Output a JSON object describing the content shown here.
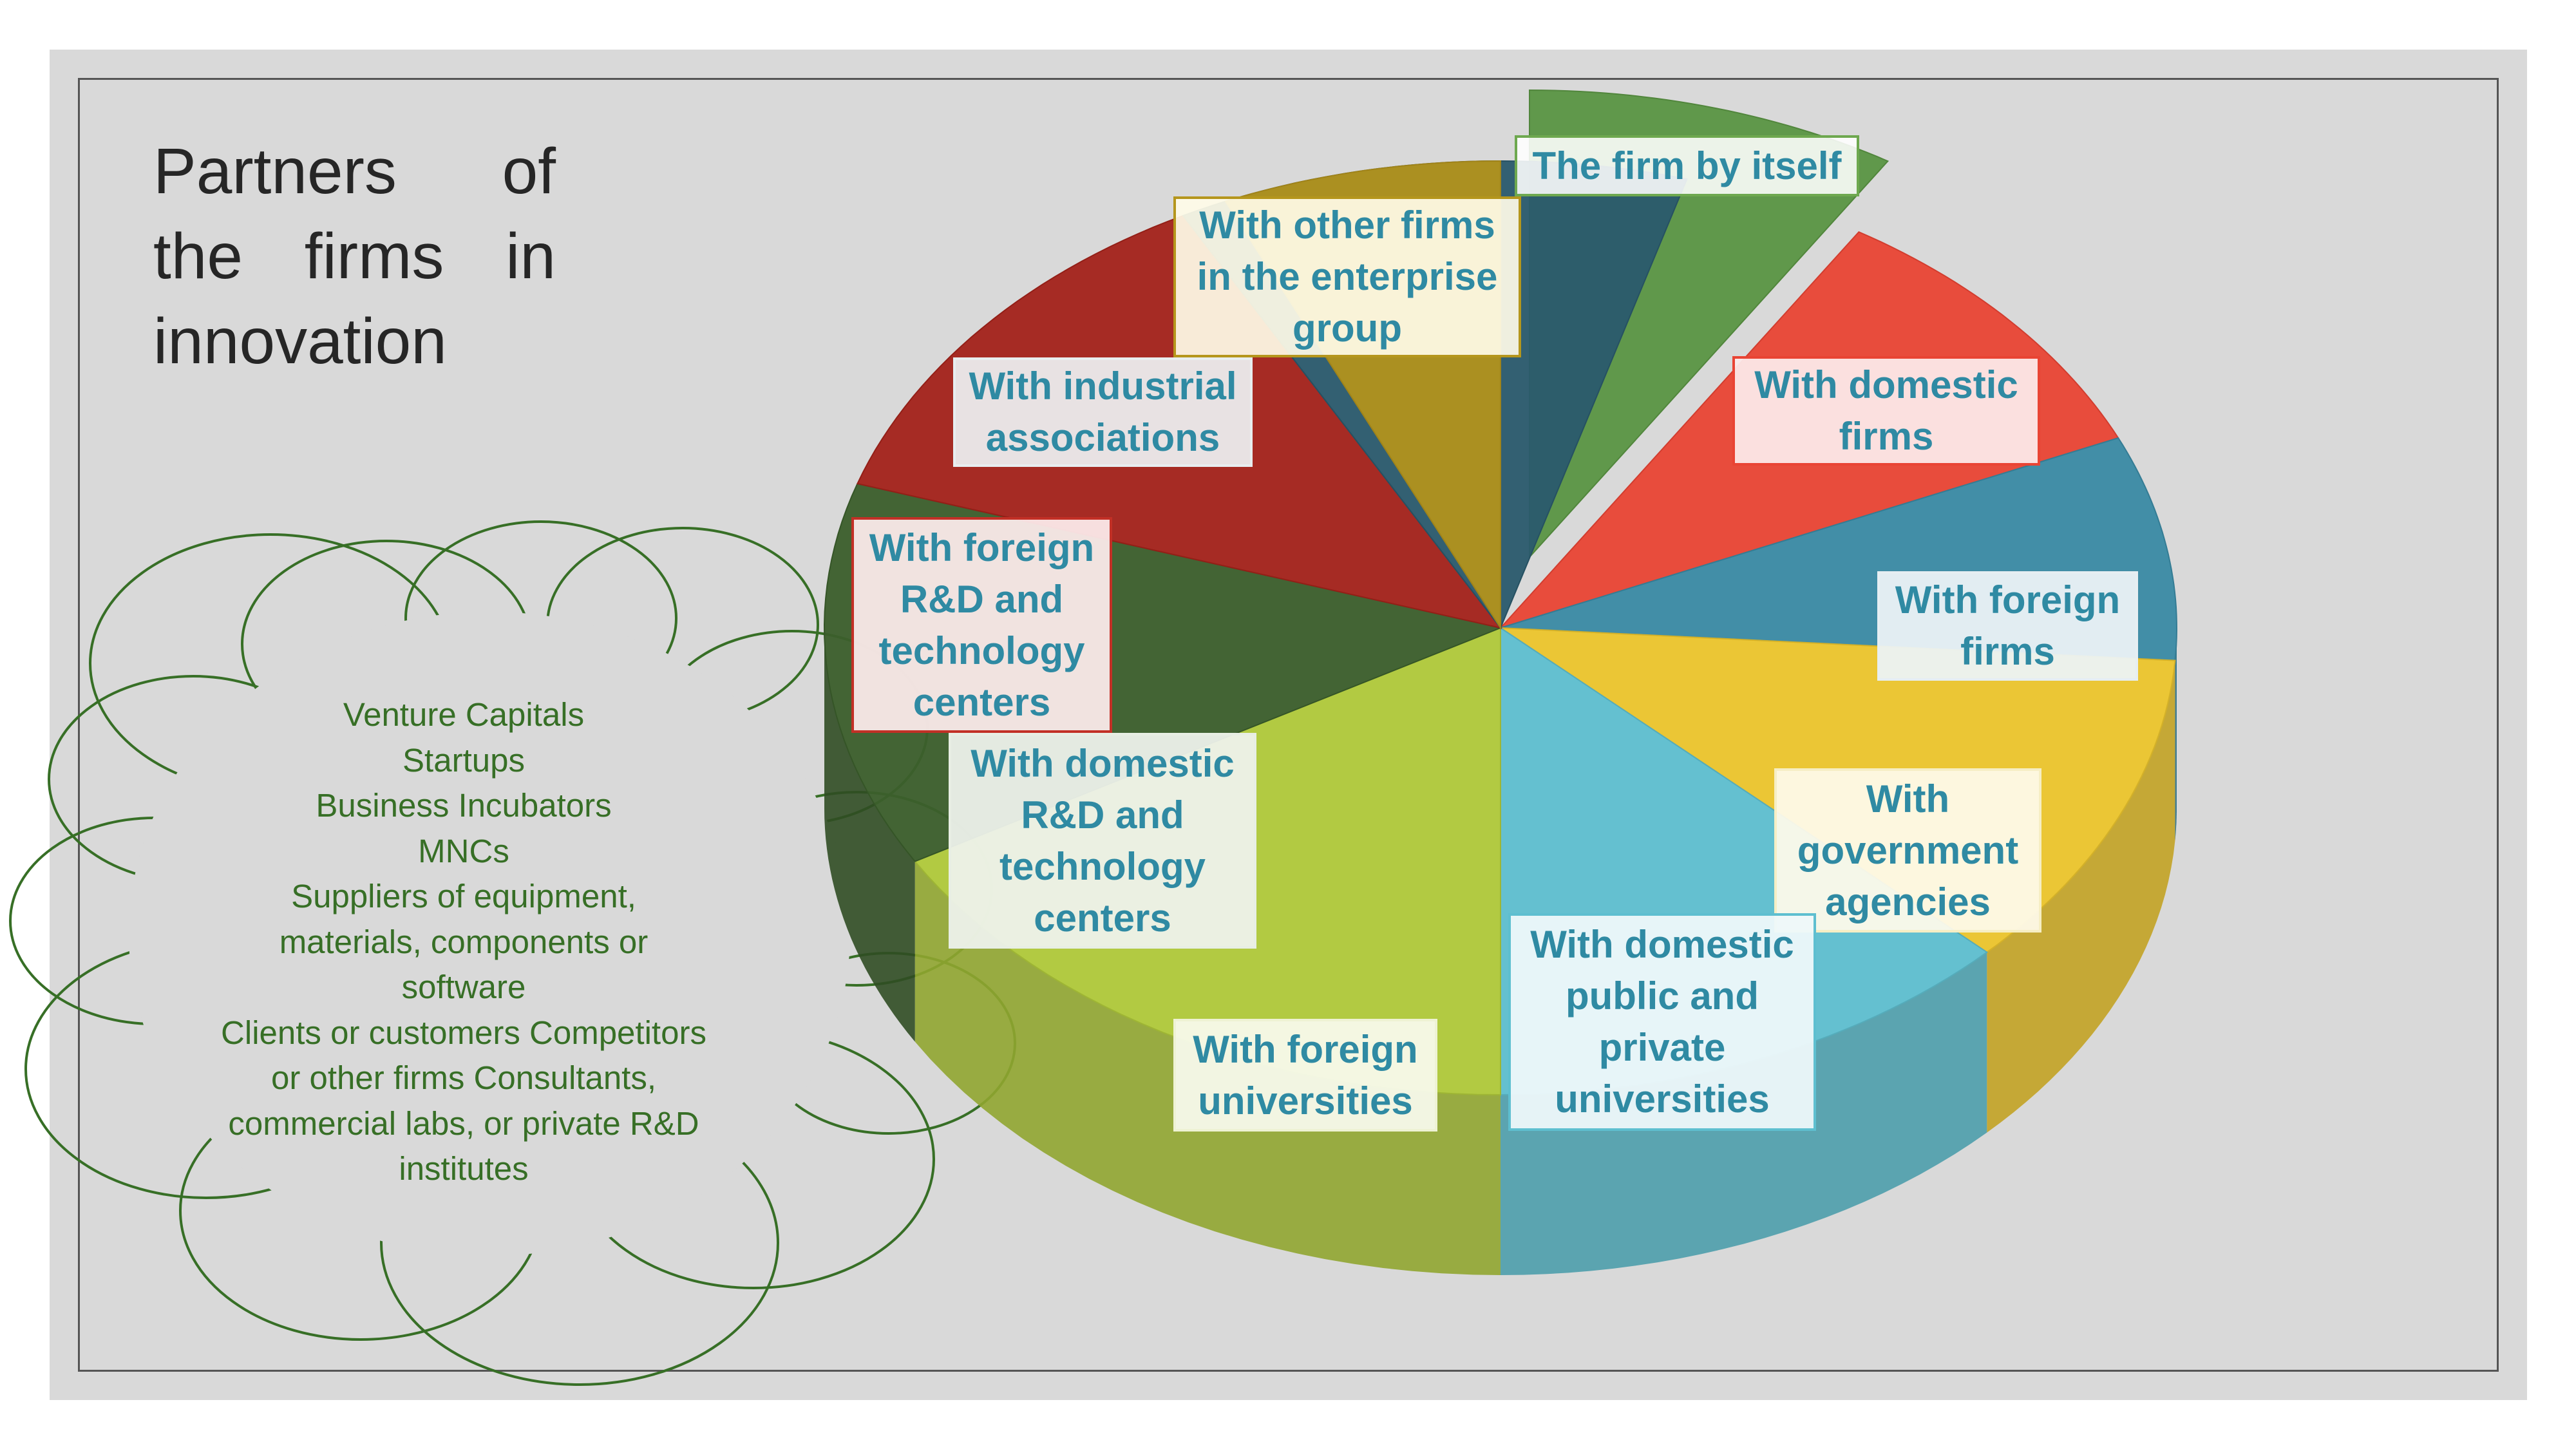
{
  "title": {
    "lines": [
      "Partners of",
      "the firms in",
      "innovation"
    ]
  },
  "cloud": {
    "lines": [
      "Venture Capitals",
      "Startups",
      "Business Incubators",
      "MNCs",
      "Suppliers of equipment,",
      "materials, components or",
      "software",
      "Clients or customers  Competitors",
      "or other firms  Consultants,",
      "commercial  labs, or private R&D",
      "institutes"
    ]
  },
  "segments": [
    {
      "label": "The firm by itself",
      "color": "#5a9543",
      "exploded": true
    },
    {
      "label": "With domestic firms",
      "color": "#e94434"
    },
    {
      "label": "With foreign firms",
      "color": "#3a8aa4"
    },
    {
      "label": "With government agencies",
      "color": "#ecc52c"
    },
    {
      "label": "With domestic public and private universities",
      "color": "#5ebfd0"
    },
    {
      "label": "With foreign universities",
      "color": "#b0c93a"
    },
    {
      "label": "With domestic R&D and technology centers",
      "color": "#3b5e2b"
    },
    {
      "label": "With foreign R&D and technology centers",
      "color": "#a3221a"
    },
    {
      "label": "With industrial associations",
      "color": "#2a5a6d"
    },
    {
      "label": "With other firms in the enterprise group",
      "color": "#b2921c"
    }
  ],
  "labels": {
    "firm_by_itself": [
      "The firm by itself"
    ],
    "other_firms_group": [
      "With other firms",
      "in the enterprise",
      "group"
    ],
    "industrial_associations": [
      "With industrial",
      "associations"
    ],
    "domestic_firms": [
      "With domestic",
      "firms"
    ],
    "foreign_rd": [
      "With foreign",
      "R&D and",
      "technology",
      "centers"
    ],
    "foreign_firms": [
      "With foreign",
      "firms"
    ],
    "domestic_rd": [
      "With domestic",
      "R&D and",
      "technology",
      "centers"
    ],
    "government_agencies": [
      "With",
      "government",
      "agencies"
    ],
    "domestic_universities": [
      "With domestic",
      "public and",
      "private",
      "universities"
    ],
    "foreign_universities": [
      "With foreign",
      "universities"
    ]
  },
  "colors": {
    "slide_background": "#d9d9d9",
    "label_text": "#2f8aa3",
    "cloud_outline": "#376f26",
    "title_text": "#262626"
  }
}
